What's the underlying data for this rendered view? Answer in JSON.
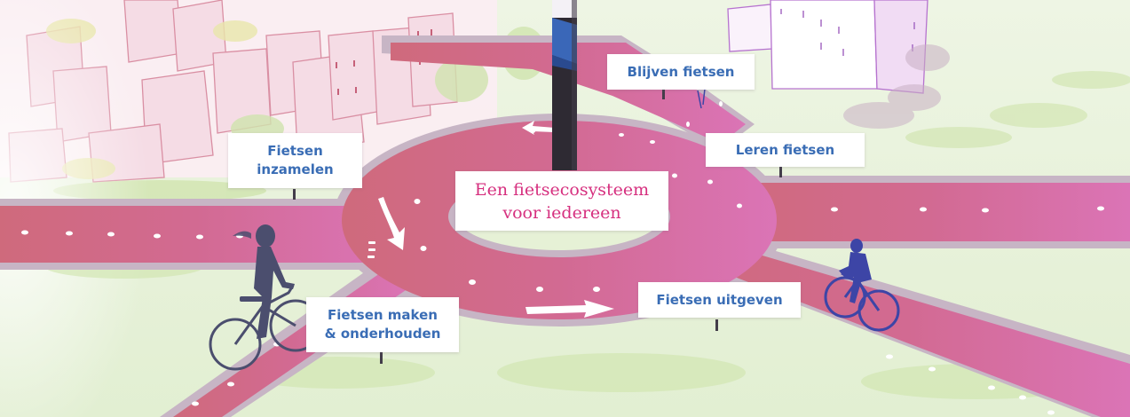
{
  "illustration": {
    "theme": "roundabout",
    "colors": {
      "road_left": "#cf6a7c",
      "road_right": "#d970b0",
      "curb": "#c7b5c5",
      "grass": "#dcebc8",
      "building_line": "#d98aa0",
      "building_fill": "#f6dbe6",
      "cyclist_left": "#4b4e6e",
      "cyclist_right": "#3d45a6",
      "sign_text": "#3a6db5",
      "title_text": "#d6307f"
    }
  },
  "center": {
    "line1": "Een fietsecosysteem",
    "line2": "voor iedereen"
  },
  "signs": [
    {
      "id": "inzamelen",
      "line1": "Fietsen",
      "line2": "inzamelen"
    },
    {
      "id": "blijven",
      "line1": "Blijven fietsen"
    },
    {
      "id": "leren",
      "line1": "Leren fietsen"
    },
    {
      "id": "maken",
      "line1": "Fietsen maken",
      "line2": "& onderhouden"
    },
    {
      "id": "uitgeven",
      "line1": "Fietsen uitgeven"
    }
  ]
}
